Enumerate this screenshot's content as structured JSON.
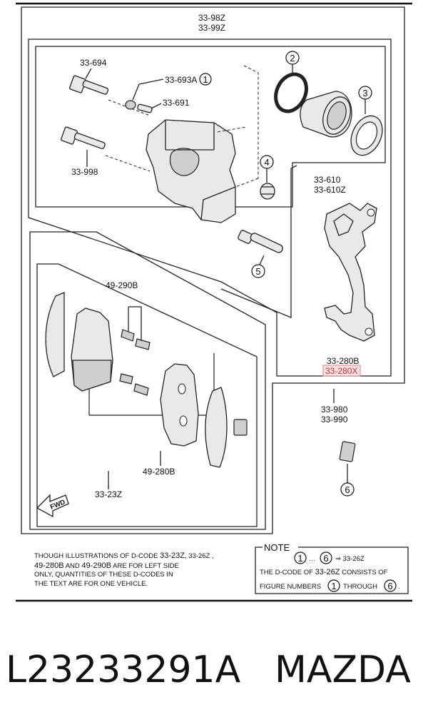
{
  "labels": {
    "caliper_assy_1": "33-98Z",
    "caliper_assy_2": "33-99Z",
    "guide_bolt_upper": "33-694",
    "guide_bolt_cap": "33-693A",
    "bleeder_screw": "33-691",
    "guide_bolt_lower": "33-998",
    "bracket_1": "33-610",
    "bracket_2": "33-610Z",
    "bracket_kit_1": "33-280B",
    "bracket_kit_2": "33-280X",
    "clip_kit": "49-290B",
    "pad_kit": "49-280B",
    "pad_set": "33-23Z",
    "service_kit_1": "33-980",
    "service_kit_2": "33-990",
    "fwd": "FWD"
  },
  "callouts": {
    "c1": "1",
    "c2": "2",
    "c3": "3",
    "c4": "4",
    "c5": "5",
    "c6": "6"
  },
  "left_note": {
    "l1a": "THOUGH ILLUSTRATIONS OF D-CODE",
    "l1b": "33-23Z",
    "l1c": ", 33-26Z ,",
    "l2a": "49-280B",
    "l2b": "AND",
    "l2c": "49-290B",
    "l2d": "ARE FOR LEFT SIDE",
    "l3": "ONLY, QUANTITIES OF THESE D-CODES IN",
    "l4": "THE TEXT ARE FOR ONE VEHICLE."
  },
  "note_box": {
    "title": "NOTE",
    "range_dots": "…",
    "arrow_target": "⇒ 33-26Z",
    "l2a": "THE D-CODE OF",
    "l2b": "33-26Z",
    "l2c": "CONSISTS OF",
    "l3a": "FIGURE NUMBERS",
    "l3b": "THROUGH",
    "n_from": "1",
    "n_to": "6"
  },
  "footer": {
    "part_number": "L23233291A",
    "brand": "MAZDA"
  }
}
